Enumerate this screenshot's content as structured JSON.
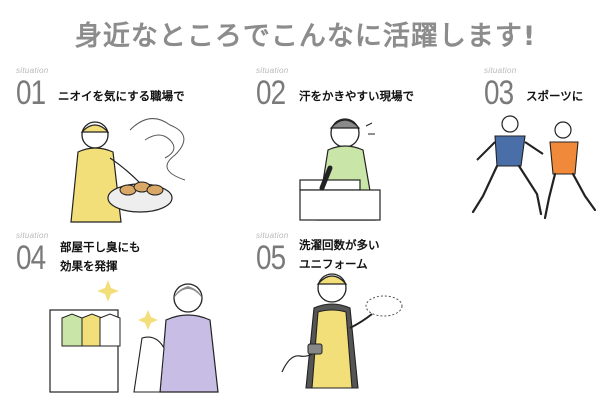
{
  "headline": "身近なところでこんなに活躍します!",
  "situations": [
    {
      "label": "situation",
      "number": "01",
      "caption_lines": [
        "ニオイを気にする職場で"
      ]
    },
    {
      "label": "situation",
      "number": "02",
      "caption_lines": [
        "汗をかきやすい現場で"
      ]
    },
    {
      "label": "situation",
      "number": "03",
      "caption_lines": [
        "スポーツに"
      ]
    },
    {
      "label": "situation",
      "number": "04",
      "caption_lines": [
        "部屋干し臭にも",
        "効果を発揮"
      ]
    },
    {
      "label": "situation",
      "number": "05",
      "caption_lines": [
        "洗濯回数が多い",
        "ユニフォーム"
      ]
    }
  ],
  "colors": {
    "accent_yellow": "#f3df7a",
    "accent_green": "#c9e6a8",
    "accent_lavender": "#c8bde4",
    "accent_orange": "#f08a3a",
    "accent_blue": "#4a6ea8",
    "number_gray": "#7a7a7a"
  },
  "illustrations": [
    "food-worker-with-bread-basket",
    "worker-wiping-sweat",
    "basketball-players",
    "person-with-indoor-drying-laundry",
    "uniformed-worker-with-blower"
  ]
}
